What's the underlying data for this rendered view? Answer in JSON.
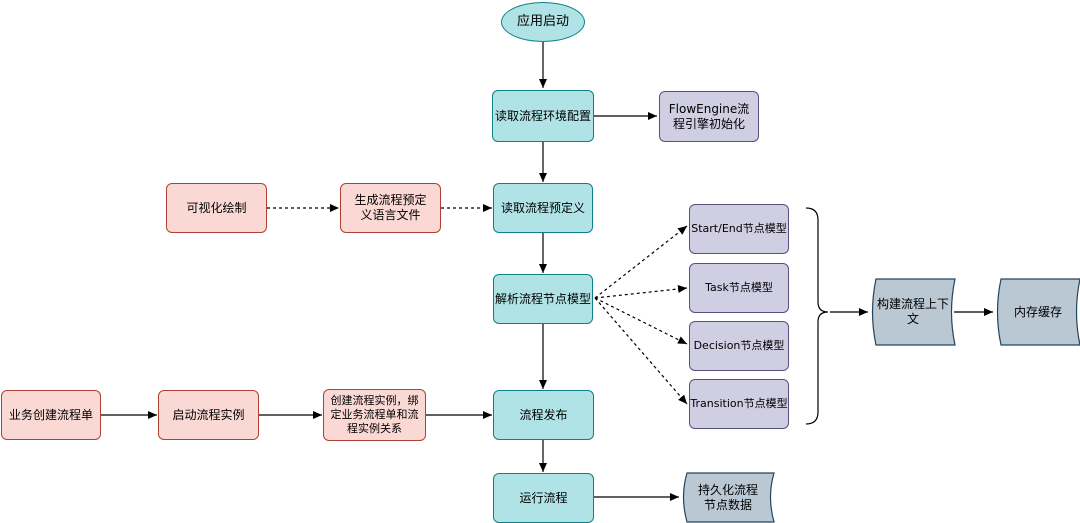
{
  "nodes": {
    "app_start": "应用启动",
    "read_env": "读取流程环境配置",
    "flow_engine_init": "FlowEngine流程引擎初始化",
    "read_predef": "读取流程预定义",
    "visual_draw": "可视化绘制",
    "gen_lang_file": "生成流程预定义语言文件",
    "parse_model": "解析流程节点模型",
    "start_end_model": "Start/End节点模型",
    "task_model": "Task节点模型",
    "decision_model": "Decision节点模型",
    "transition_model": "Transition节点模型",
    "build_context": "构建流程上下文",
    "memory_cache": "内存缓存",
    "biz_create": "业务创建流程单",
    "start_instance": "启动流程实例",
    "create_instance_bind": "创建流程实例，绑定业务流程单和流程实例关系",
    "publish": "流程发布",
    "run": "运行流程",
    "persist": "持久化流程节点数据"
  },
  "colors": {
    "teal_fill": "#b0e3e6",
    "teal_stroke": "#0e8088",
    "pink_fill": "#fad9d5",
    "pink_stroke": "#ae4132",
    "purple_fill": "#d0cee2",
    "purple_stroke": "#56517e",
    "gray_fill": "#bac8d3",
    "gray_stroke": "#23445d"
  }
}
